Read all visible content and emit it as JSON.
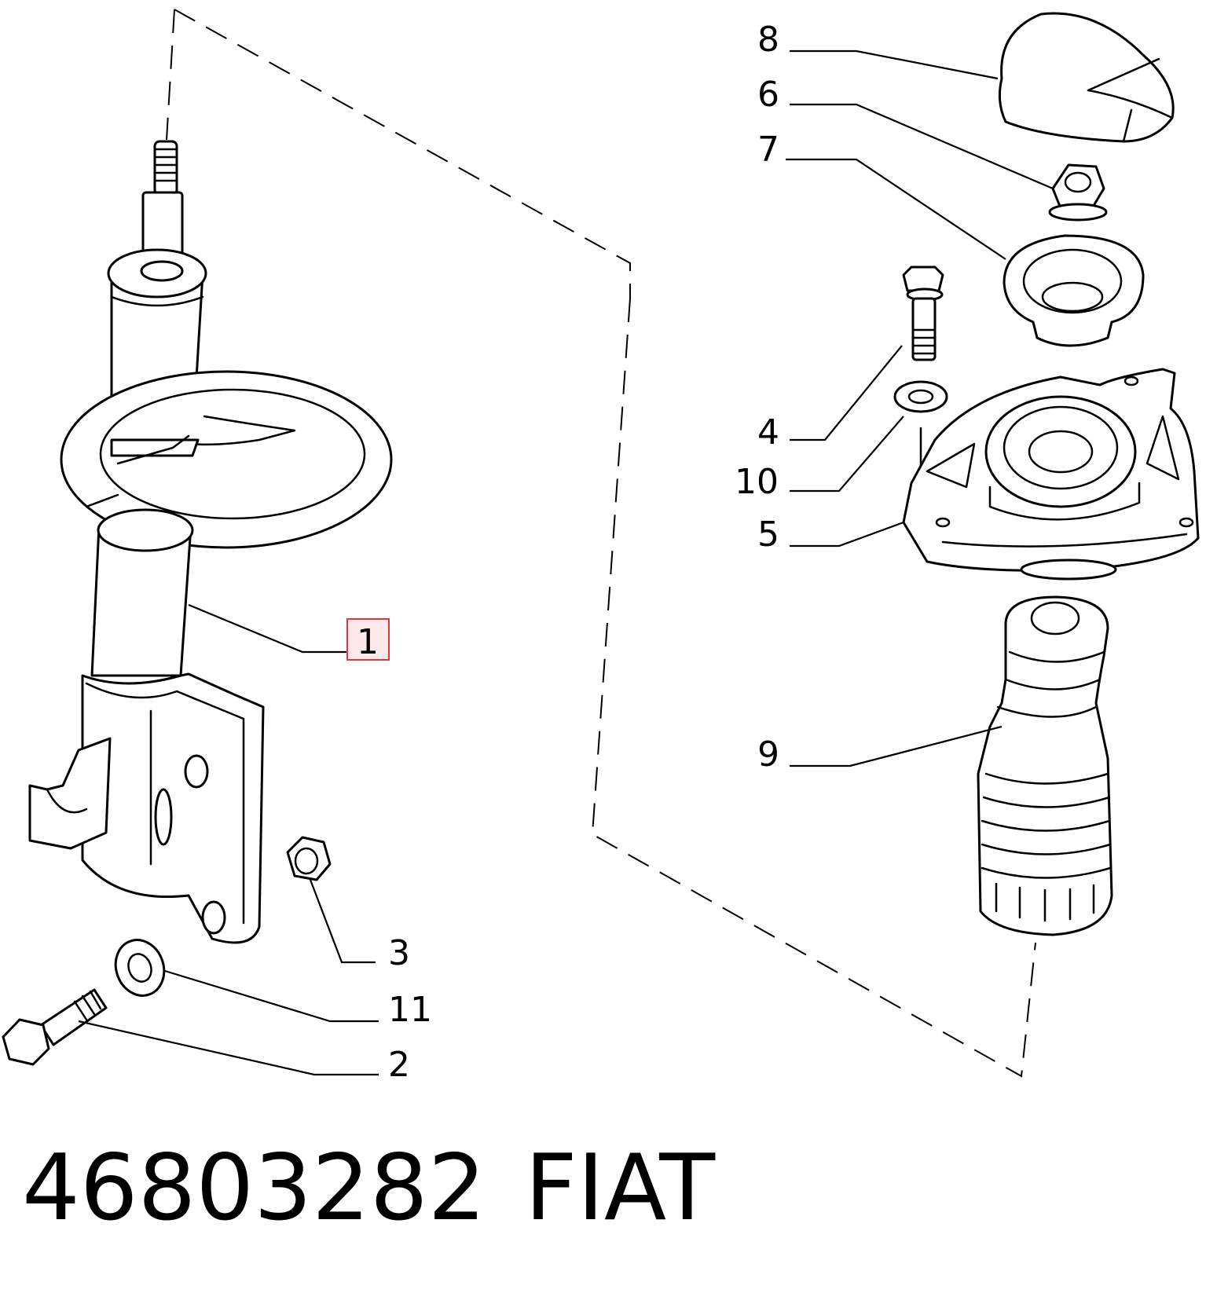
{
  "callouts": [
    {
      "id": "1",
      "label": "1",
      "highlighted": true
    },
    {
      "id": "2",
      "label": "2"
    },
    {
      "id": "3",
      "label": "3"
    },
    {
      "id": "4",
      "label": "4"
    },
    {
      "id": "5",
      "label": "5"
    },
    {
      "id": "6",
      "label": "6"
    },
    {
      "id": "7",
      "label": "7"
    },
    {
      "id": "8",
      "label": "8"
    },
    {
      "id": "9",
      "label": "9"
    },
    {
      "id": "10",
      "label": "10"
    },
    {
      "id": "11",
      "label": "11"
    }
  ],
  "footer": {
    "part_number": "46803282",
    "brand": "FIAT"
  },
  "colors": {
    "line": "#000000",
    "highlight_stroke": "#e8333a",
    "highlight_fill": "#fde8ea"
  }
}
